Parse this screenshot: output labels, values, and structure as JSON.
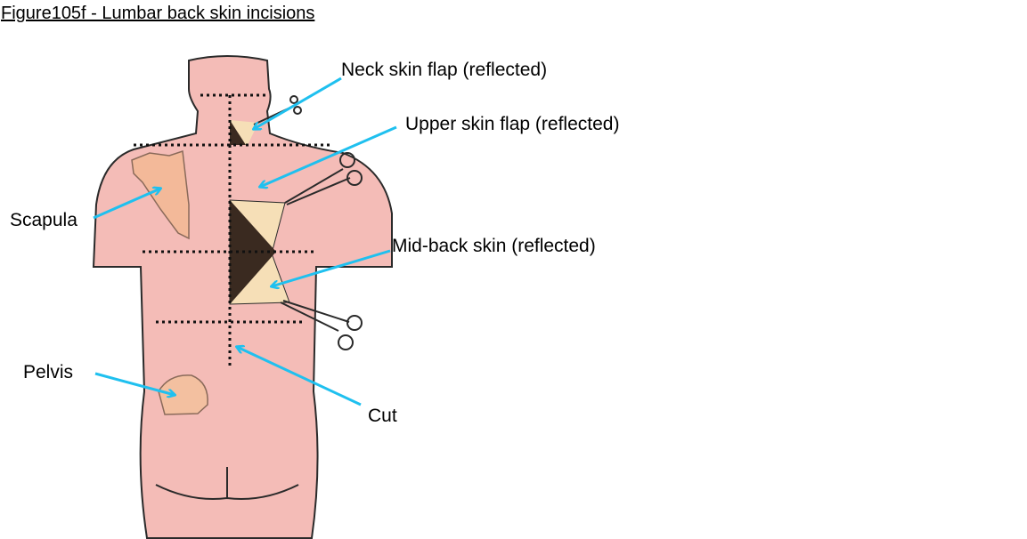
{
  "title": "Figure105f - Lumbar back skin incisions",
  "labels": {
    "neck_flap": "Neck skin flap (reflected)",
    "upper_flap": "Upper skin flap (reflected)",
    "scapula": "Scapula",
    "mid_back": "Mid-back skin (reflected)",
    "pelvis": "Pelvis",
    "cut": "Cut"
  },
  "colors": {
    "skin": "#f4bcb7",
    "flap": "#f6dfb7",
    "bone": "#f3b999",
    "arrow": "#1fc0ef",
    "outline": "#2a2a2a"
  }
}
